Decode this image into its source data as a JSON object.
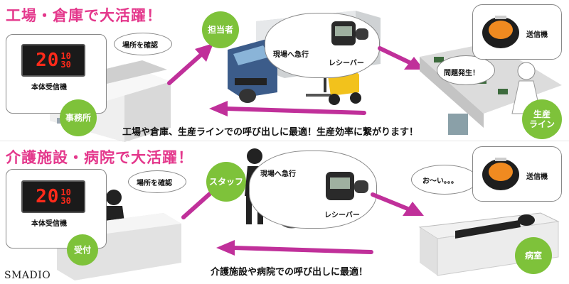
{
  "top": {
    "title": "工場・倉庫で大活躍！",
    "led_main": "20",
    "led_top": "10",
    "led_bottom": "30",
    "receiver_label": "本体受信機",
    "location_check": "場所を確認",
    "office": "事務所",
    "staff": "担当者",
    "go_to_site": "現場へ急行",
    "receiver": "レシーバー",
    "problem": "問題発生！",
    "transmitter": "送信機",
    "production_line": "生産\nライン",
    "caption": "工場や倉庫、生産ラインでの呼び出しに最適！生産効率に繋がります！"
  },
  "bottom": {
    "title": "介護施設・病院で大活躍！",
    "led_main": "20",
    "led_top": "10",
    "led_bottom": "30",
    "receiver_label": "本体受信機",
    "location_check": "場所を確認",
    "reception": "受付",
    "staff": "スタッフ",
    "go_to_site": "現場へ急行",
    "receiver": "レシーバー",
    "call_out": "お～い。。。",
    "transmitter": "送信機",
    "room": "病室",
    "caption": "介護施設や病院での呼び出しに最適！"
  },
  "brand": "SMADIO",
  "colors": {
    "title_pink": "#e4388c",
    "green": "#7ec23a",
    "arrow_magenta": "#c0309a",
    "led_red": "#ff2a1a"
  }
}
